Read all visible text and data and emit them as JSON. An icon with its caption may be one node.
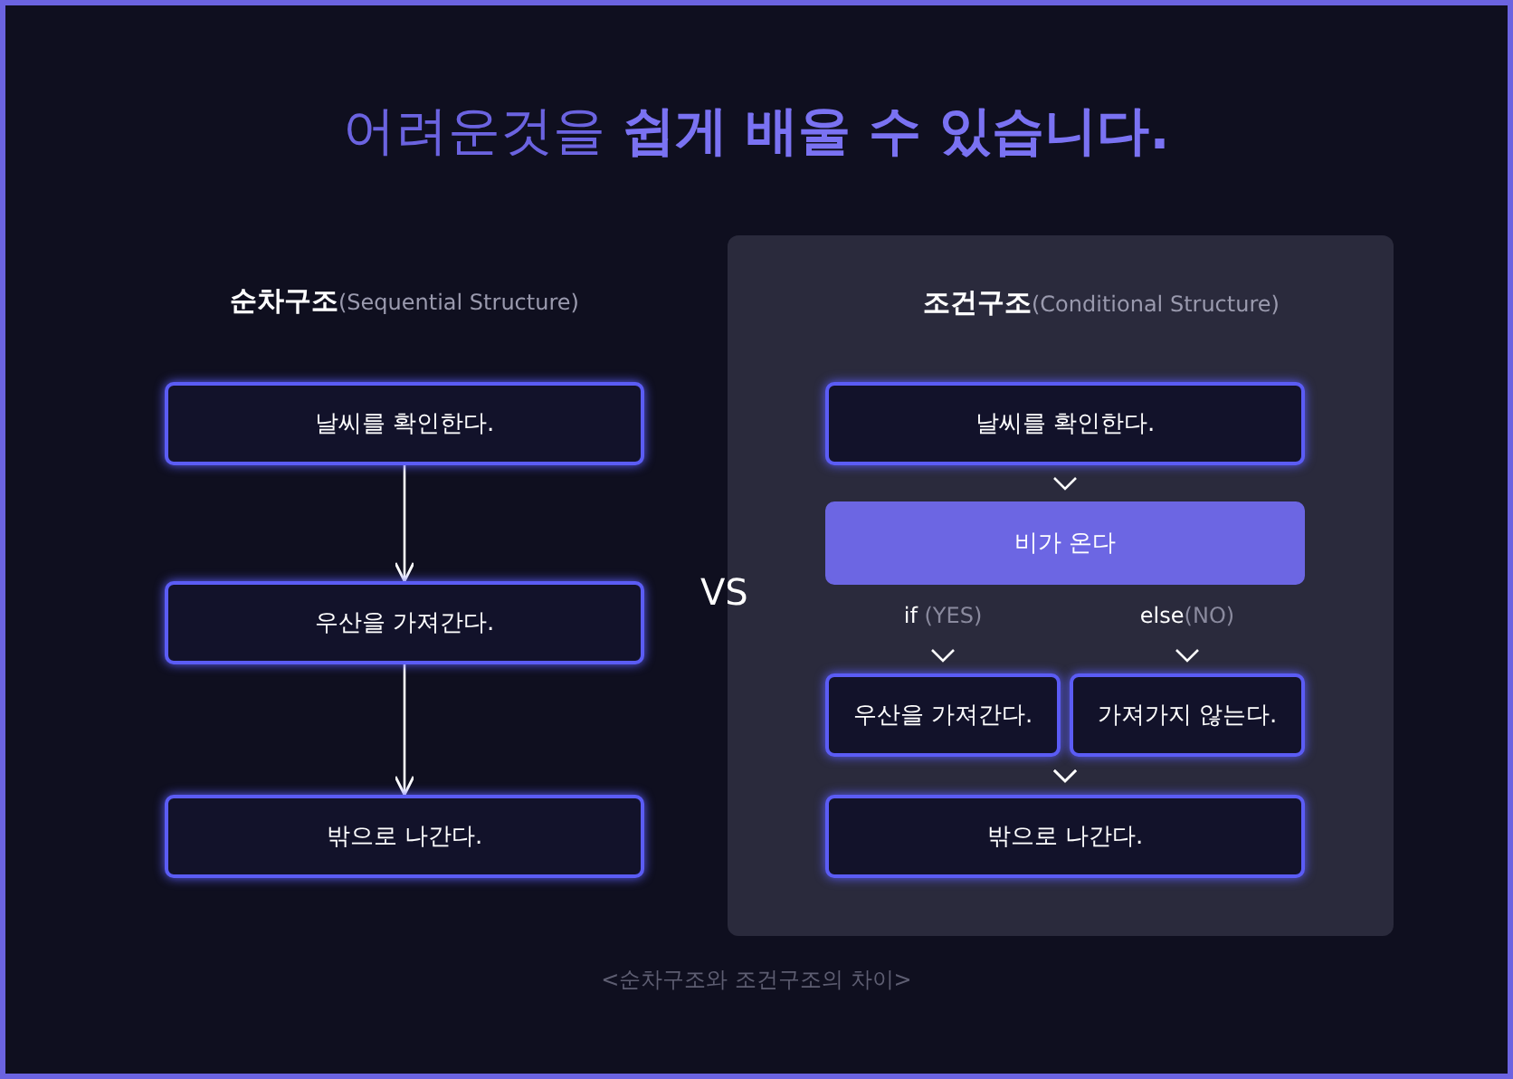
{
  "diagram": {
    "title": "어려운것을 **쉽게 배울 수 있습니다.**",
    "nodes": [
      {
        "text": [
          "날씨를 확인한다."
        ]
      },
      {
        "text": [
          "우산을 가져간다."
        ]
      },
      {
        "text": [
          "밖으로 나간다."
        ]
      },
      {
        "text": [
          "**조건구조**(Conditional Structure)"
        ]
      },
      {
        "text": [
          "날씨를 확인한다."
        ],
        "in": 3
      },
      {
        "text": [
          "비가 온다"
        ],
        "in": 3
      },
      {
        "text": [
          "우산을 가져간다."
        ],
        "in": 3
      },
      {
        "text": [
          "가져가지 않는다."
        ],
        "in": 3
      },
      {
        "text": [
          "밖으로 나간다."
        ],
        "in": 3
      }
    ],
    "edges": [
      {
        "from": 0,
        "to": 1,
        "arrow": "to"
      },
      {
        "from": 1,
        "to": 2,
        "arrow": "to"
      },
      {
        "from": 4,
        "to": 5,
        "arrow": "to"
      },
      {
        "from": 5,
        "to": 6,
        "arrow": "to",
        "label": "**if** (YES)"
      },
      {
        "from": 5,
        "to": 7,
        "arrow": "to",
        "label": "**else**(NO)"
      },
      {
        "from": 6,
        "to": 8,
        "arrow": "to"
      },
      {
        "from": 7,
        "to": 8,
        "arrow": "to"
      }
    ],
    "labels": [
      "**순차구조**(Sequential Structure)",
      "VS",
      "<순차구조와 조건구조의 차이>"
    ]
  }
}
